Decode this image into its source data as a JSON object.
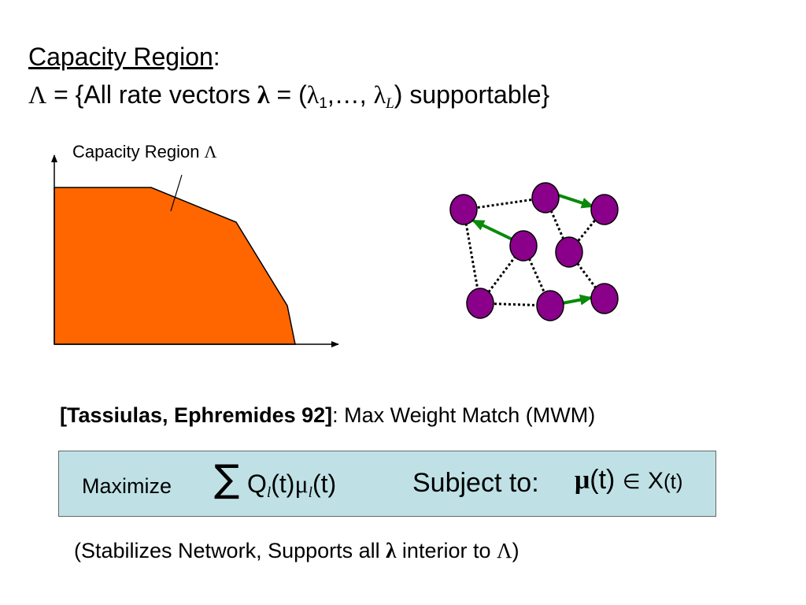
{
  "heading": {
    "title": "Capacity Region",
    "title_suffix": ":",
    "lambda_symbol": "Λ",
    "definition_prefix": " = {All rate vectors ",
    "lambda_vec": "λ",
    "eq_open": " = (",
    "lam1": "λ",
    "sub1": "1",
    "ellipsis": ",…, ",
    "lamL": "λ",
    "subL": "L",
    "close": ") supportable}"
  },
  "diagram": {
    "region_label": "Capacity Region ",
    "region_label_symbol": "Λ",
    "region_fill": "#ff6600",
    "node_fill": "#8b008b",
    "arrow_color": "#0a8a0a"
  },
  "reference": {
    "citation": "[Tassiulas, Ephremides 92]",
    "colon": ":",
    "description": "  Max Weight Match (MWM)"
  },
  "formula_box": {
    "maximize": "Maximize",
    "sum_symbol": "∑",
    "q": "Q",
    "sub_l": "l",
    "t1": "(t)",
    "mu": "μ",
    "sub_l2": "l",
    "t2": "(t)",
    "subject_to": "Subject to:",
    "mu_vec": "μ",
    "t3": "(t)",
    "element_of": "∈",
    "set_x": "X",
    "t4": "(t)",
    "background": "#bfe1e6"
  },
  "footer": {
    "prefix": "(Stabilizes Network, Supports all ",
    "lambda": "λ",
    "middle": "  interior to  ",
    "Lambda": "Λ",
    "close": ")"
  }
}
